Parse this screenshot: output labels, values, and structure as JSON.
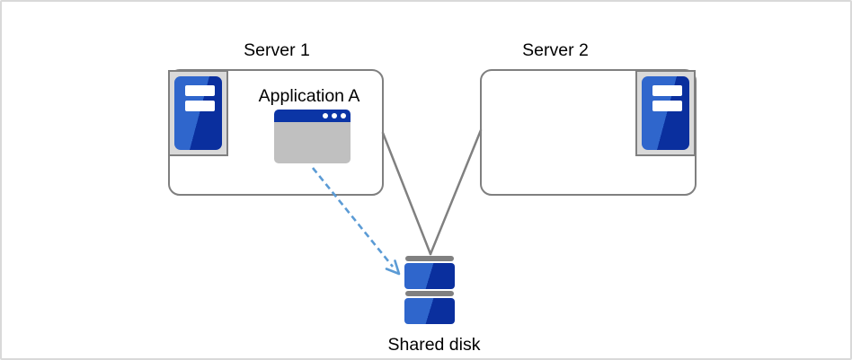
{
  "diagram": {
    "nodes": {
      "server1": {
        "label": "Server 1",
        "icon": "server-tower-icon"
      },
      "server2": {
        "label": "Server 2",
        "icon": "server-tower-icon"
      },
      "application": {
        "label": "Application A",
        "icon": "app-window-icon"
      },
      "shared_disk": {
        "label": "Shared disk",
        "icon": "disk-stack-icon"
      }
    },
    "connections": [
      {
        "from": "server1",
        "to": "shared_disk",
        "style": "solid-line"
      },
      {
        "from": "server2",
        "to": "shared_disk",
        "style": "solid-line"
      },
      {
        "from": "application",
        "to": "shared_disk",
        "style": "dashed-arrow"
      }
    ],
    "colors": {
      "background": "#FFFFFF",
      "canvas_border": "#D9D9D9",
      "box_border": "#7F7F7F",
      "icon_frame_fill": "#D9D9D9",
      "icon_blue_light": "#2F66CC",
      "icon_blue_dark": "#0A2F9E",
      "window_titlebar_blue": "#0B35A6",
      "window_body_gray": "#C0C0C0",
      "disk_bar_gray": "#808080",
      "connector": "#808080",
      "arrow_dashed": "#5B9BD5",
      "text": "#000000"
    }
  }
}
